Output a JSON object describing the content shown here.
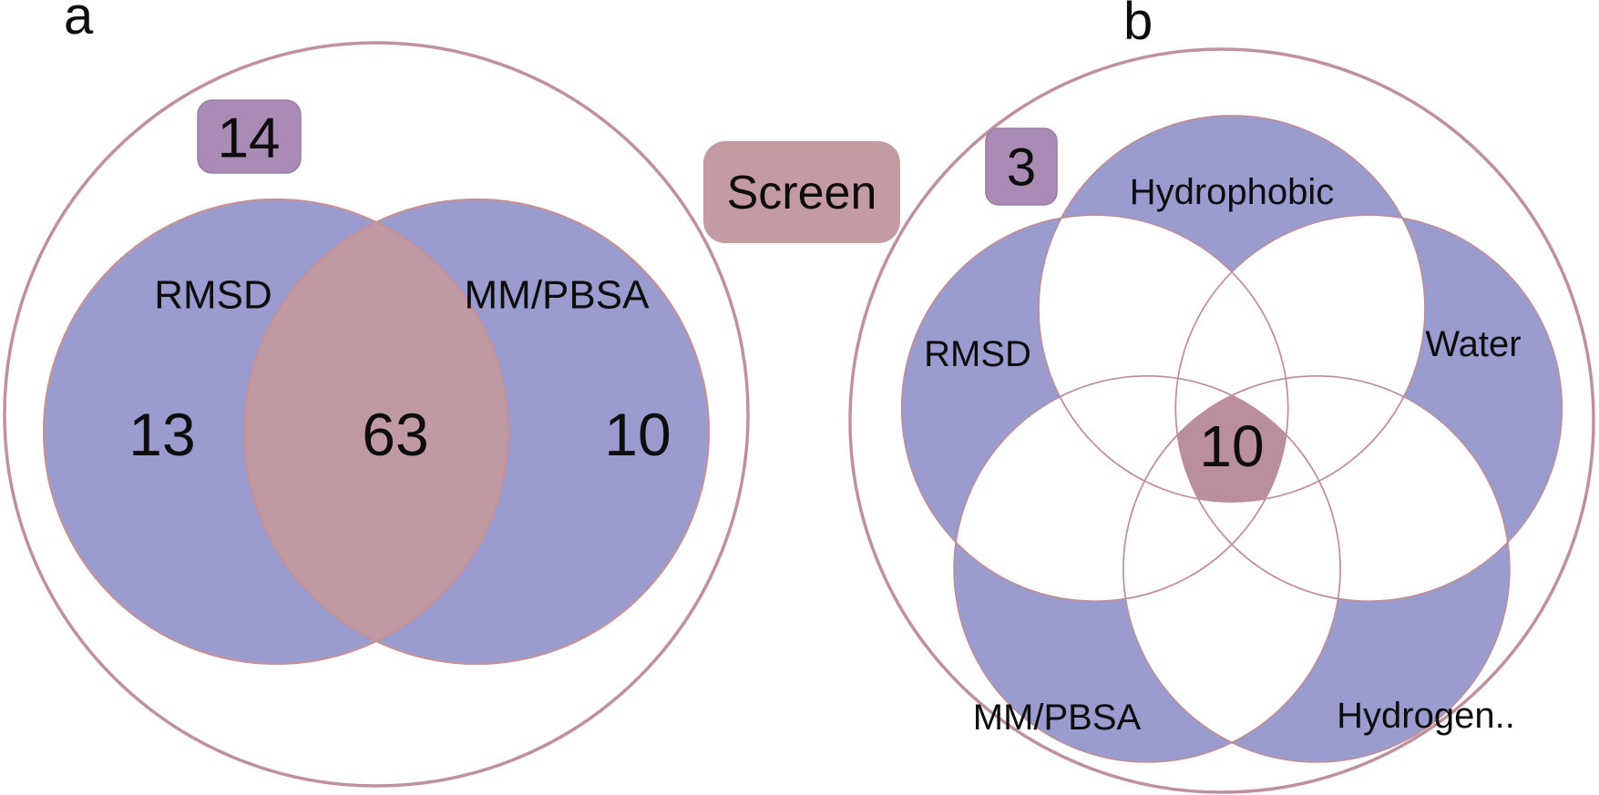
{
  "figure": {
    "type": "venn-diagram-figure",
    "screen_label": "Screen",
    "panel_a": {
      "letter": "a",
      "badge_count": "14",
      "left_set": {
        "label": "RMSD",
        "count": "13"
      },
      "right_set": {
        "label": "MM/PBSA",
        "count": "10"
      },
      "intersection_count": "63"
    },
    "panel_b": {
      "letter": "b",
      "badge_count": "3",
      "center_count": "10",
      "sets": {
        "top": "Hydrophobic",
        "right": "Water",
        "bottom_right": "Hydrogen..",
        "bottom_left": "MM/PBSA",
        "left": "RMSD"
      }
    }
  },
  "colors": {
    "set_fill": "#9a9ccf",
    "overlap_fill": "#c09aa3",
    "center_overlap_fill": "#ba8e9b",
    "circle_outline": "#c0909c",
    "badge_purple": "#a98bb5",
    "badge_rose": "#c59ba3",
    "text": "#0d0d0d"
  }
}
